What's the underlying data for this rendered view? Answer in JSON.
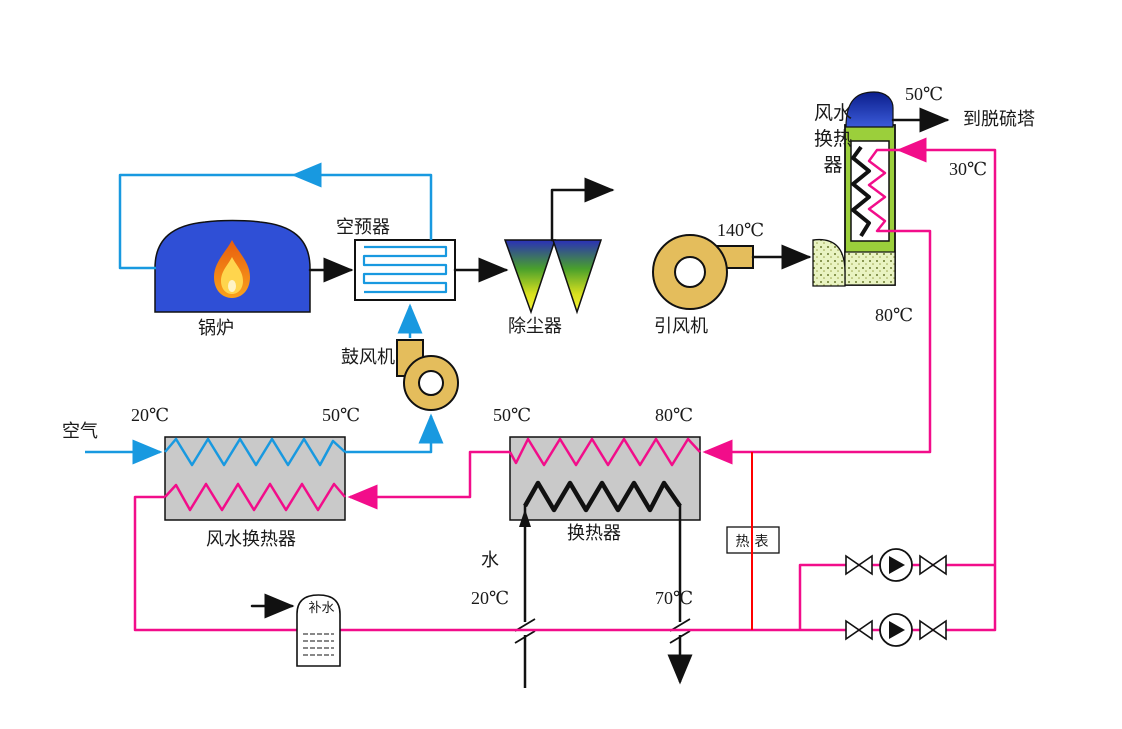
{
  "labels": {
    "boiler": "锅炉",
    "air_preheater": "空预器",
    "dust_collector": "除尘器",
    "induced_draft_fan": "引风机",
    "forced_draft_fan": "鼓风机",
    "air": "空气",
    "air_water_hx": "风水换热器",
    "air_water_hx_vertical": "风水\n换热\n器",
    "heat_exchanger": "换热器",
    "water": "水",
    "heat_meter": "热表",
    "makeup_water": "补水",
    "to_desulfurization_tower": "到脱硫塔"
  },
  "temperatures": {
    "id_fan_outlet": "140℃",
    "stack_outlet": "50℃",
    "hx_return_inlet": "30℃",
    "hx_hot_outlet": "80℃",
    "air_inlet": "20℃",
    "air_outlet": "50℃",
    "mid_hx_hot_out": "50℃",
    "mid_hx_hot_in": "80℃",
    "water_inlet": "20℃",
    "water_outlet": "70℃"
  },
  "colors": {
    "air_line": "#1899e0",
    "hot_water_line": "#f20d8a",
    "flue_line": "#111111",
    "meter_line": "#ff0000",
    "boiler_fill": "#2f4fd6",
    "fan_fill": "#e4bd5c",
    "hx_box_fill": "#c9c9c9",
    "flue_hx_fill": "#9bcf3b"
  }
}
